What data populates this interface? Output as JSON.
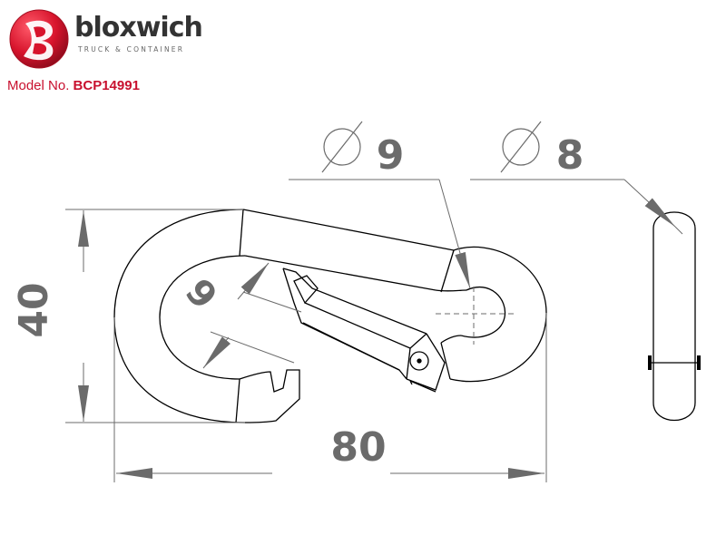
{
  "brand": {
    "name": "bloxwich",
    "tagline": "TRUCK & CONTAINER"
  },
  "model": {
    "label": "Model No.",
    "number": "BCP14991"
  },
  "dimensions": {
    "wire_diameter": {
      "symbol": "∅",
      "value": "9"
    },
    "side_diameter": {
      "symbol": "∅",
      "value": "8"
    },
    "gate_opening": "9",
    "height": "40",
    "length": "80"
  },
  "colors": {
    "brand_red": "#c8102e",
    "dimension_grey": "#6b6b6b",
    "outline": "#000000"
  },
  "icons": {
    "logo": "bloxwich-b-badge",
    "diameter": "diameter-symbol"
  }
}
